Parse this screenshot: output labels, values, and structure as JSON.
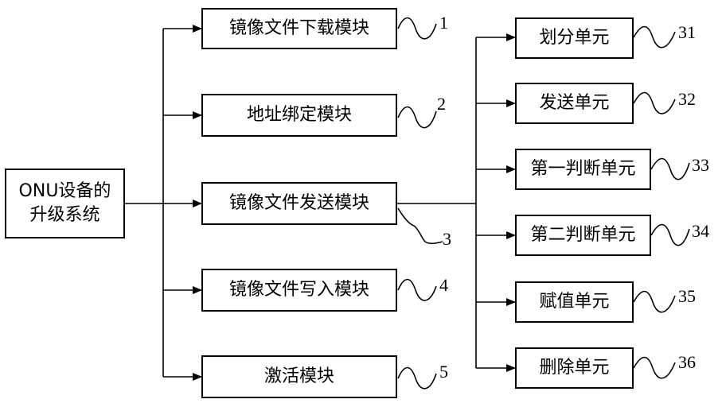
{
  "root": {
    "label_line1": "ONU设备的",
    "label_line2": "升级系统"
  },
  "modules": [
    {
      "label": "镜像文件下载模块",
      "ref": "1"
    },
    {
      "label": "地址绑定模块",
      "ref": "2"
    },
    {
      "label": "镜像文件发送模块",
      "ref": "3"
    },
    {
      "label": "镜像文件写入模块",
      "ref": "4"
    },
    {
      "label": "激活模块",
      "ref": "5"
    }
  ],
  "units": [
    {
      "label": "划分单元",
      "ref": "31"
    },
    {
      "label": "发送单元",
      "ref": "32"
    },
    {
      "label": "第一判断单元",
      "ref": "33"
    },
    {
      "label": "第二判断单元",
      "ref": "34"
    },
    {
      "label": "赋值单元",
      "ref": "35"
    },
    {
      "label": "删除单元",
      "ref": "36"
    }
  ]
}
